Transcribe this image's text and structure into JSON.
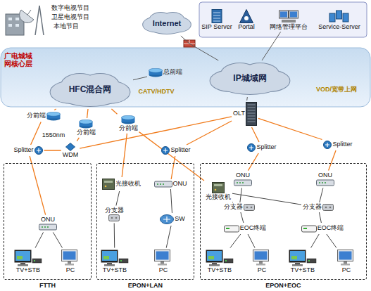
{
  "diagram": {
    "nodes": [
      {
        "text": [
          "Internet"
        ]
      },
      {
        "text": [
          "SIP Server"
        ]
      },
      {
        "text": [
          "Portal"
        ]
      },
      {
        "text": [
          "网络管理平台"
        ]
      },
      {
        "text": [
          "Service-Server"
        ]
      },
      {
        "text": [
          "广电城域网核心层"
        ]
      },
      {
        "text": [
          "总前端"
        ],
        "in": 5
      },
      {
        "text": [
          "HFC混合网"
        ],
        "in": 5
      },
      {
        "text": [
          "IP城域网"
        ],
        "in": 5
      },
      {
        "text": [
          "OLT"
        ]
      },
      {
        "text": [
          "分前端"
        ]
      },
      {
        "text": [
          "分前端"
        ]
      },
      {
        "text": [
          "分前端"
        ]
      },
      {
        "text": [
          "WDM"
        ]
      },
      {
        "text": [
          "Splitter"
        ]
      },
      {
        "text": [
          "Splitter"
        ]
      },
      {
        "text": [
          "Splitter"
        ]
      },
      {
        "text": [
          "Splitter"
        ]
      },
      {
        "text": [
          "FTTH"
        ]
      },
      {
        "text": [
          "ONU"
        ],
        "in": 18
      },
      {
        "text": [
          "TV+STB"
        ],
        "in": 18
      },
      {
        "text": [
          "PC"
        ],
        "in": 18
      },
      {
        "text": [
          "EPON+LAN"
        ]
      },
      {
        "text": [
          "光接收机"
        ],
        "in": 22
      },
      {
        "text": [
          "ONU"
        ],
        "in": 22
      },
      {
        "text": [
          "分支器"
        ],
        "in": 22
      },
      {
        "text": [
          "SW"
        ],
        "in": 22
      },
      {
        "text": [
          "TV+STB"
        ],
        "in": 22
      },
      {
        "text": [
          "PC"
        ],
        "in": 22
      },
      {
        "text": [
          "EPON+EOC"
        ]
      },
      {
        "text": [
          "光接收机"
        ],
        "in": 29
      },
      {
        "text": [
          "ONU"
        ],
        "in": 29
      },
      {
        "text": [
          "分支器"
        ],
        "in": 29
      },
      {
        "text": [
          "EOC终端"
        ],
        "in": 29
      },
      {
        "text": [
          "TV+STB"
        ],
        "in": 29
      },
      {
        "text": [
          "PC"
        ],
        "in": 29
      },
      {
        "text": [
          "ONU"
        ],
        "in": 29
      },
      {
        "text": [
          "分支器"
        ],
        "in": 29
      },
      {
        "text": [
          "EOC终端"
        ],
        "in": 29
      },
      {
        "text": [
          "TV+STB"
        ],
        "in": 29
      },
      {
        "text": [
          "PC"
        ],
        "in": 29
      }
    ],
    "edges": [
      {
        "from": 0,
        "to": 8,
        "arrow": "none"
      },
      {
        "from": 3,
        "to": 8,
        "arrow": "none"
      },
      {
        "from": 6,
        "to": 7,
        "arrow": "none"
      },
      {
        "from": 8,
        "to": 9,
        "arrow": "none"
      },
      {
        "from": 7,
        "to": 10,
        "arrow": "none"
      },
      {
        "from": 7,
        "to": 11,
        "arrow": "none"
      },
      {
        "from": 7,
        "to": 12,
        "arrow": "none"
      },
      {
        "from": 11,
        "to": 13,
        "arrow": "none"
      },
      {
        "from": 9,
        "to": 13,
        "arrow": "none"
      },
      {
        "from": 13,
        "to": 14,
        "arrow": "none"
      },
      {
        "from": 10,
        "to": 14,
        "arrow": "none"
      },
      {
        "from": 9,
        "to": 15,
        "arrow": "none"
      },
      {
        "from": 9,
        "to": 16,
        "arrow": "none"
      },
      {
        "from": 9,
        "to": 17,
        "arrow": "none"
      },
      {
        "from": 12,
        "to": 23,
        "arrow": "none"
      },
      {
        "from": 12,
        "to": 30,
        "arrow": "none"
      },
      {
        "from": 14,
        "to": 19,
        "arrow": "none"
      },
      {
        "from": 15,
        "to": 24,
        "arrow": "none"
      },
      {
        "from": 16,
        "to": 31,
        "arrow": "none"
      },
      {
        "from": 17,
        "to": 36,
        "arrow": "none"
      },
      {
        "from": 19,
        "to": 20,
        "arrow": "none"
      },
      {
        "from": 19,
        "to": 21,
        "arrow": "none"
      },
      {
        "from": 23,
        "to": 25,
        "arrow": "none"
      },
      {
        "from": 25,
        "to": 27,
        "arrow": "none"
      },
      {
        "from": 24,
        "to": 26,
        "arrow": "none"
      },
      {
        "from": 26,
        "to": 28,
        "arrow": "none"
      },
      {
        "from": 30,
        "to": 32,
        "arrow": "none"
      },
      {
        "from": 31,
        "to": 32,
        "arrow": "none"
      },
      {
        "from": 32,
        "to": 33,
        "arrow": "none"
      },
      {
        "from": 33,
        "to": 34,
        "arrow": "none"
      },
      {
        "from": 33,
        "to": 35,
        "arrow": "none"
      },
      {
        "from": 36,
        "to": 37,
        "arrow": "none"
      },
      {
        "from": 37,
        "to": 38,
        "arrow": "none"
      },
      {
        "from": 38,
        "to": 39,
        "arrow": "none"
      },
      {
        "from": 38,
        "to": 40,
        "arrow": "none"
      },
      {
        "from": 30,
        "to": 37,
        "arrow": "none"
      }
    ],
    "labels": [
      "数字电视节目",
      "卫星电视节目",
      "本地节目",
      "CATV/HDTV",
      "VOD/宽带上网",
      "1550nm"
    ]
  }
}
